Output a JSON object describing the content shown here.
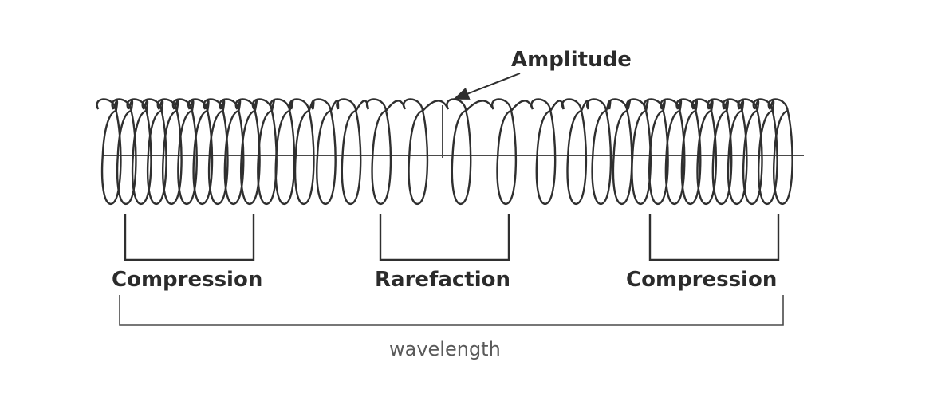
{
  "diagram": {
    "labels": {
      "amplitude": "Amplitude",
      "compression_left": "Compression",
      "rarefaction": "Rarefaction",
      "compression_right": "Compression",
      "wavelength": "wavelength"
    },
    "colors": {
      "stroke": "#2f2f2f",
      "text": "#2b2b2b",
      "muted_text": "#5a5a5a",
      "background": "#ffffff"
    }
  }
}
